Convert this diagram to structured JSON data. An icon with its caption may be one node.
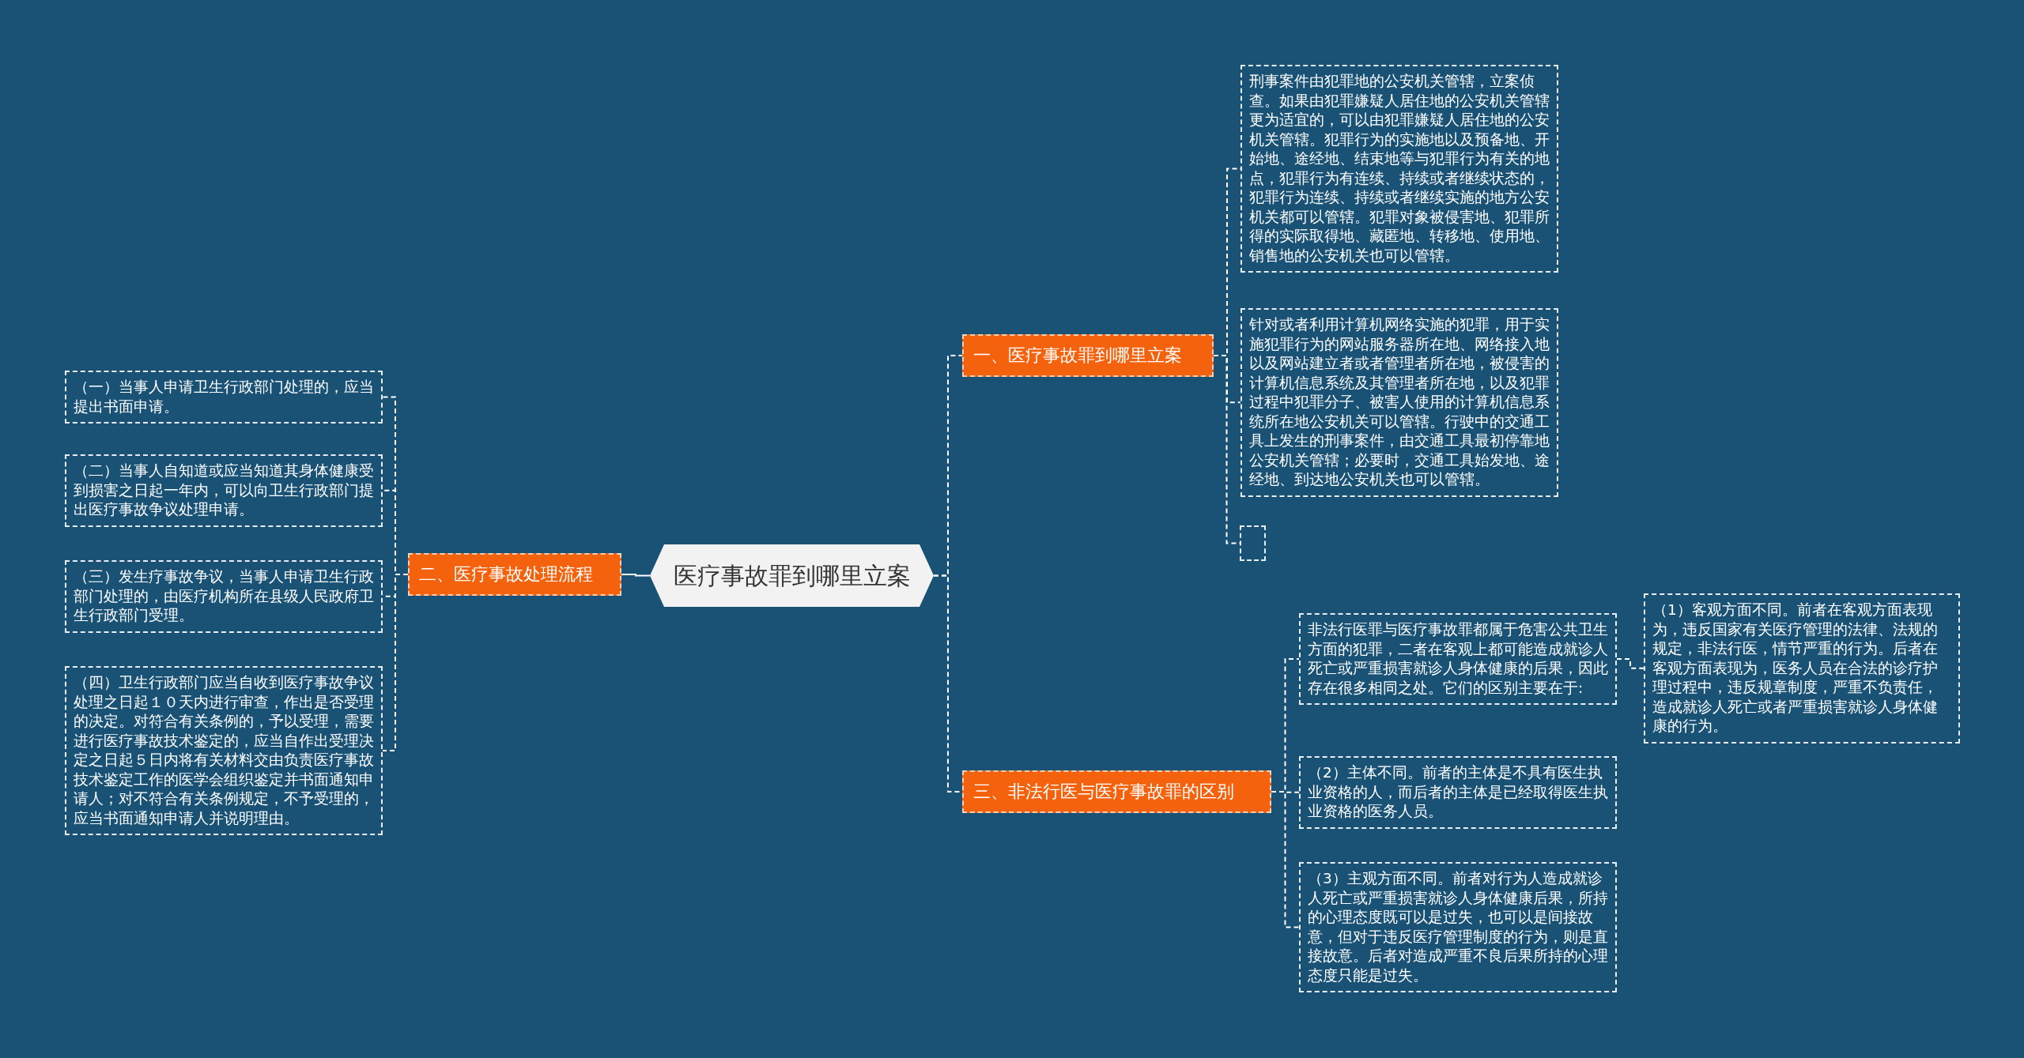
{
  "diagram": {
    "nodes": [
      {
        "text": [
          "医疗事故罪到哪里立案"
        ]
      },
      {
        "text": [
          "一、医疗事故罪到哪里立案"
        ]
      },
      {
        "text": [
          "刑事案件由犯罪地的公安机关管辖，立案侦查。如果由犯罪嫌疑人居住地的公安机关管辖更为适宜的，可以由犯罪嫌疑人居住地的公安机关管辖。犯罪行为的实施地以及预备地、开始地、途经地、结束地等与犯罪行为有关的地点，犯罪行为有连续、持续或者继续状态的，犯罪行为连续、持续或者继续实施的地方公安机关都可以管辖。犯罪对象被侵害地、犯罪所得的实际取得地、藏匿地、转移地、使用地、销售地的公安机关也可以管辖。"
        ]
      },
      {
        "text": [
          "针对或者利用计算机网络实施的犯罪，用于实施犯罪行为的网站服务器所在地、网络接入地以及网站建立者或者管理者所在地，被侵害的计算机信息系统及其管理者所在地，以及犯罪过程中犯罪分子、被害人使用的计算机信息系统所在地公安机关可以管辖。行驶中的交通工具上发生的刑事案件，由交通工具最初停靠地公安机关管辖；必要时，交通工具始发地、途经地、到达地公安机关也可以管辖。"
        ]
      },
      {
        "text": [],
        "shape": "box"
      },
      {
        "text": [
          "二、医疗事故处理流程"
        ]
      },
      {
        "text": [
          "（一）当事人申请卫生行政部门处理的，应当提出书面申请。"
        ]
      },
      {
        "text": [
          "（二）当事人自知道或应当知道其身体健康受到损害之日起一年内，可以向卫生行政部门提出医疗事故争议处理申请。"
        ]
      },
      {
        "text": [
          "（三）发生疗事故争议，当事人申请卫生行政部门处理的，由医疗机构所在县级人民政府卫生行政部门受理。"
        ]
      },
      {
        "text": [
          "（四）卫生行政部门应当自收到医疗事故争议处理之日起１０天内进行审查，作出是否受理的决定。对符合有关条例的，予以受理，需要进行医疗事故技术鉴定的，应当自作出受理决定之日起５日内将有关材料交由负责医疗事故技术鉴定工作的医学会组织鉴定并书面通知申请人；对不符合有关条例规定，不予受理的，应当书面通知申请人并说明理由。"
        ]
      },
      {
        "text": [
          "三、非法行医与医疗事故罪的区别"
        ]
      },
      {
        "text": [
          "非法行医罪与医疗事故罪都属于危害公共卫生方面的犯罪，二者在客观上都可能造成就诊人死亡或严重损害就诊人身体健康的后果，因此存在很多相同之处。它们的区别主要在于:"
        ]
      },
      {
        "text": [
          "（1）客观方面不同。前者在客观方面表现为，违反国家有关医疗管理的法律、法规的规定，非法行医，情节严重的行为。后者在客观方面表现为，医务人员在合法的诊疗护理过程中，违反规章制度，严重不负责任，造成就诊人死亡或者严重损害就诊人身体健康的行为。"
        ]
      },
      {
        "text": [
          "（2）主体不同。前者的主体是不具有医生执业资格的人，而后者的主体是已经取得医生执业资格的医务人员。"
        ]
      },
      {
        "text": [
          "（3）主观方面不同。前者对行为人造成就诊人死亡或严重损害就诊人身体健康后果，所持的心理态度既可以是过失，也可以是间接故意，但对于违反医疗管理制度的行为，则是直接故意。后者对造成严重不良后果所持的心理态度只能是过失。"
        ]
      }
    ],
    "edges": [
      {
        "from": 0,
        "to": 1,
        "arrow": "none",
        "style": "dashed"
      },
      {
        "from": 0,
        "to": 5,
        "arrow": "none"
      },
      {
        "from": 0,
        "to": 10,
        "arrow": "none",
        "style": "dashed"
      },
      {
        "from": 1,
        "to": 2,
        "arrow": "none",
        "style": "dashed"
      },
      {
        "from": 1,
        "to": 3,
        "arrow": "none",
        "style": "dashed"
      },
      {
        "from": 1,
        "to": 4,
        "arrow": "none",
        "style": "dashed"
      },
      {
        "from": 5,
        "to": 6,
        "arrow": "none",
        "style": "dashed"
      },
      {
        "from": 5,
        "to": 7,
        "arrow": "none",
        "style": "dashed"
      },
      {
        "from": 5,
        "to": 8,
        "arrow": "none",
        "style": "dashed"
      },
      {
        "from": 5,
        "to": 9,
        "arrow": "none",
        "style": "dashed"
      },
      {
        "from": 10,
        "to": 11,
        "arrow": "none",
        "style": "dashed"
      },
      {
        "from": 10,
        "to": 13,
        "arrow": "none",
        "style": "dashed"
      },
      {
        "from": 10,
        "to": 14,
        "arrow": "none",
        "style": "dashed"
      },
      {
        "from": 11,
        "to": 12,
        "arrow": "none",
        "style": "dashed"
      }
    ]
  }
}
